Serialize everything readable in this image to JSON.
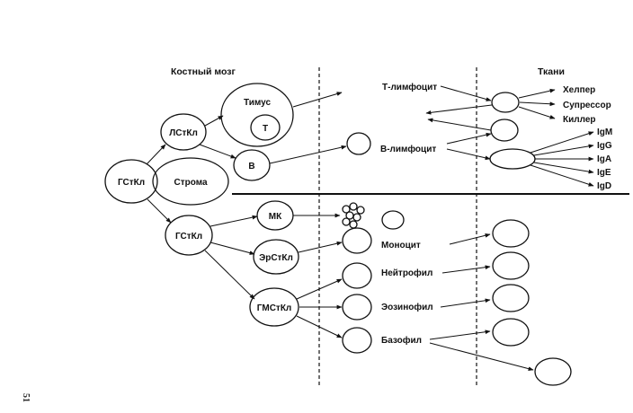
{
  "headers": {
    "bone_marrow": "Костный мозг",
    "tissues": "Ткани"
  },
  "nodes": {
    "gstkl_root": "ГСтКл",
    "stroma": "Строма",
    "lstkl": "ЛСтКл",
    "thymus": "Тимус",
    "t": "Т",
    "b": "В",
    "gstkl_myeloid": "ГСтКл",
    "mk": "МК",
    "erstkl": "ЭрСтКл",
    "gmstkl": "ГМСтКл"
  },
  "cells": {
    "t_lymphocyte": "Т-лимфоцит",
    "b_lymphocyte": "В-лимфоцит",
    "monocyte": "Моноцит",
    "neutrophil": "Нейтрофил",
    "eosinophil": "Эозинофил",
    "basophil": "Базофил"
  },
  "t_subtypes": [
    "Хелпер",
    "Супрессор",
    "Киллер"
  ],
  "immunoglobulins": [
    "IgM",
    "IgG",
    "IgA",
    "IgE",
    "IgD"
  ],
  "page_number": "51"
}
